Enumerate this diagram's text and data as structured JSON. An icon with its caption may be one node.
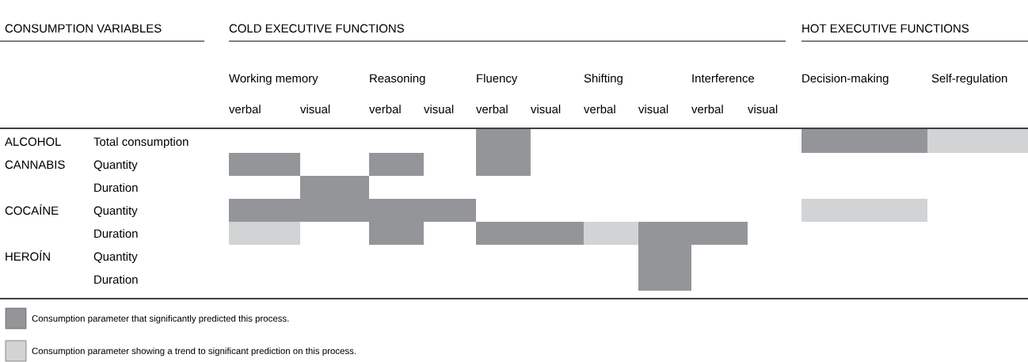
{
  "diagram": {
    "labels": [
      "CONSUMPTION VARIABLES",
      "COLD EXECUTIVE FUNCTIONS",
      "HOT EXECUTIVE FUNCTIONS",
      "Working memory",
      "Reasoning",
      "Fluency",
      "Shifting",
      "Interference",
      "Decision-making",
      "Self-regulation",
      "verbal",
      "visual",
      "verbal",
      "visual",
      "verbal",
      "visual",
      "verbal",
      "visual",
      "verbal",
      "visual",
      "ALCOHOL",
      "Total consumption",
      "CANNABIS",
      "Quantity",
      "Duration",
      "COCAÍNE",
      "Quantity",
      "Duration",
      "HEROÍN",
      "Quantity",
      "Duration"
    ],
    "legend": [
      {
        "text": "Consumption parameter that significantly predicted this process.",
        "color": "#939598"
      },
      {
        "text": "Consumption parameter showing a trend to significant prediction on this process.",
        "color": "#d1d3d4"
      }
    ]
  }
}
